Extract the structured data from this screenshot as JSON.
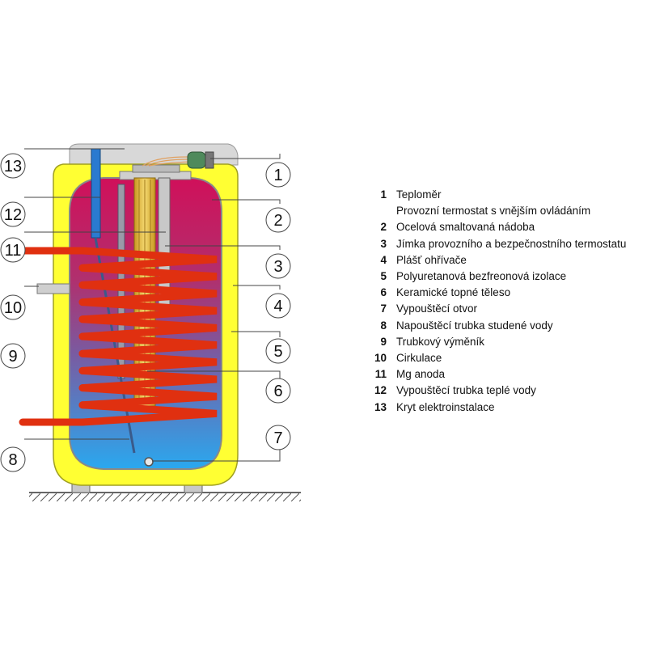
{
  "legend": [
    {
      "number": "1",
      "lines": [
        "Teploměr",
        "Provozní termostat s vnějším ovládáním"
      ]
    },
    {
      "number": "2",
      "lines": [
        "Ocelová smaltovaná nádoba"
      ]
    },
    {
      "number": "3",
      "lines": [
        "Jímka provozního a bezpečnostního termostatu"
      ]
    },
    {
      "number": "4",
      "lines": [
        "Plášť ohřívače"
      ]
    },
    {
      "number": "5",
      "lines": [
        "Polyuretanová bezfreonová izolace"
      ]
    },
    {
      "number": "6",
      "lines": [
        "Keramické topné těleso"
      ]
    },
    {
      "number": "7",
      "lines": [
        "Vypouštěcí otvor"
      ]
    },
    {
      "number": "8",
      "lines": [
        "Napouštěcí trubka studené vody"
      ]
    },
    {
      "number": "9",
      "lines": [
        "Trubkový výměník"
      ]
    },
    {
      "number": "10",
      "lines": [
        "Cirkulace"
      ]
    },
    {
      "number": "11",
      "lines": [
        "Mg anoda"
      ]
    },
    {
      "number": "12",
      "lines": [
        "Vypouštěcí trubka teplé vody"
      ]
    },
    {
      "number": "13",
      "lines": [
        "Kryt elektroinstalace"
      ]
    }
  ],
  "callouts": [
    {
      "number": "13"
    },
    {
      "number": "12"
    },
    {
      "number": "11"
    },
    {
      "number": "10"
    },
    {
      "number": "9"
    },
    {
      "number": "8"
    },
    {
      "number": "1"
    },
    {
      "number": "2"
    },
    {
      "number": "3"
    },
    {
      "number": "4"
    },
    {
      "number": "5"
    },
    {
      "number": "6"
    },
    {
      "number": "7"
    }
  ],
  "colors": {
    "jacket": "#ffff33",
    "tank_top": "#d0105a",
    "tank_bottom": "#2aa8ef",
    "coil": "#e03010",
    "heater": "#e8c040",
    "cover": "#d8d8d8"
  }
}
